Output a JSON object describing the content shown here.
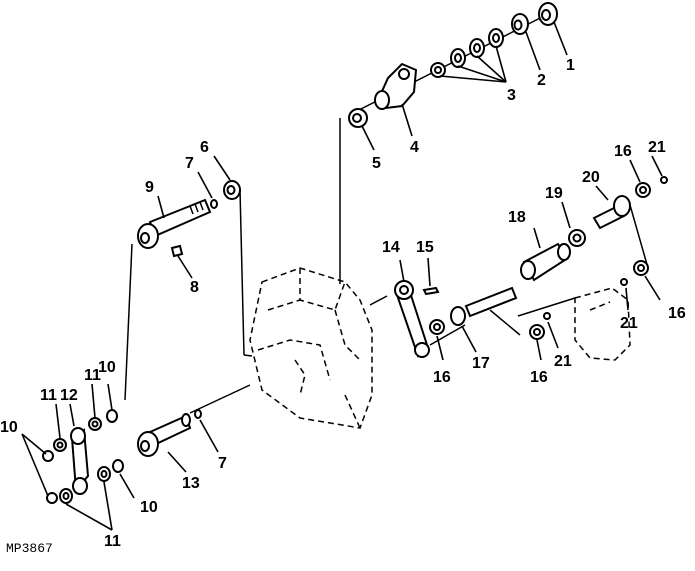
{
  "figure_code": "MP3867",
  "callouts": {
    "c1": "1",
    "c2": "2",
    "c3": "3",
    "c4": "4",
    "c5": "5",
    "c6": "6",
    "c7a": "7",
    "c7b": "7",
    "c8": "8",
    "c9": "9",
    "c10a": "10",
    "c10b": "10",
    "c10c": "10",
    "c11a": "11",
    "c11b": "11",
    "c11c": "11",
    "c12": "12",
    "c13": "13",
    "c14": "14",
    "c15": "15",
    "c16a": "16",
    "c16b": "16",
    "c16c": "16",
    "c16d": "16",
    "c17": "17",
    "c18": "18",
    "c19": "19",
    "c20": "20",
    "c21a": "21",
    "c21b": "21",
    "c21c": "21"
  }
}
